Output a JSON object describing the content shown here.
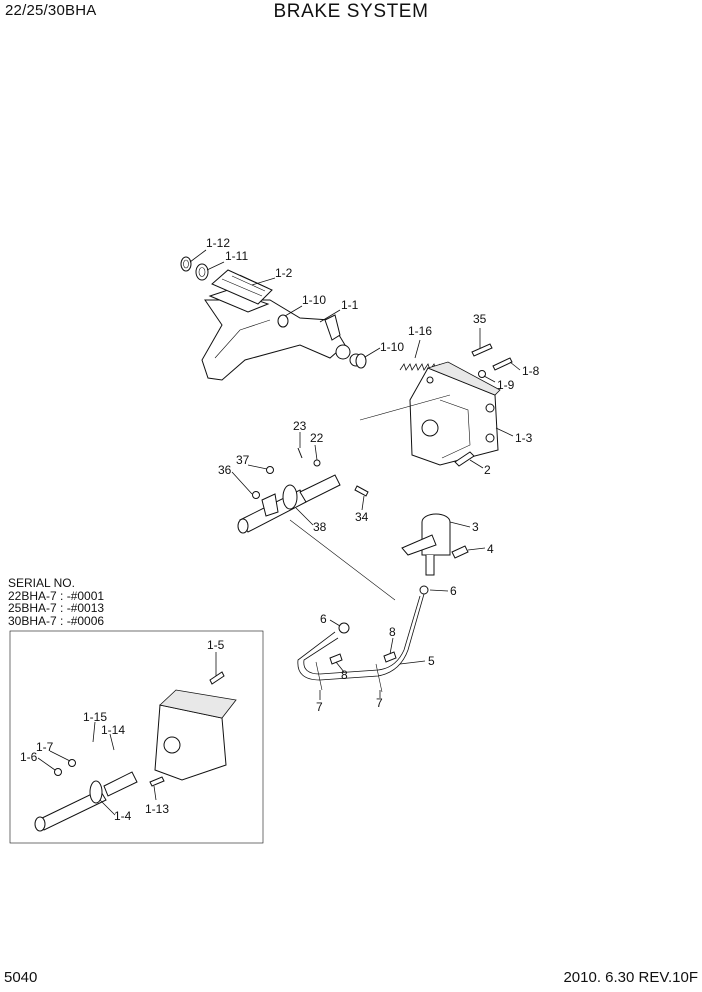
{
  "header": {
    "model": "22/25/30BHA",
    "title": "BRAKE SYSTEM"
  },
  "serial_box": {
    "heading": "SERIAL NO.",
    "lines": [
      "22BHA-7 : -#0001",
      "25BHA-7 : -#0013",
      "30BHA-7 : -#0006"
    ]
  },
  "callouts": {
    "c1_12": "1-12",
    "c1_11": "1-11",
    "c1_2": "1-2",
    "c1_10a": "1-10",
    "c1_1": "1-1",
    "c1_10b": "1-10",
    "c1_16": "1-16",
    "c35": "35",
    "c1_8": "1-8",
    "c1_9": "1-9",
    "c1_3": "1-3",
    "c2": "2",
    "c23": "23",
    "c22": "22",
    "c37": "37",
    "c36": "36",
    "c34": "34",
    "c38": "38",
    "c3": "3",
    "c4": "4",
    "c6a": "6",
    "c6b": "6",
    "c8a": "8",
    "c8b": "8",
    "c5": "5",
    "c7a": "7",
    "c7b": "7",
    "c1_5": "1-5",
    "c1_15": "1-15",
    "c1_14": "1-14",
    "c1_7": "1-7",
    "c1_6": "1-6",
    "c1_13": "1-13",
    "c1_4": "1-4"
  },
  "footer": {
    "page": "5040",
    "revision": "2010. 6.30  REV.10F"
  }
}
